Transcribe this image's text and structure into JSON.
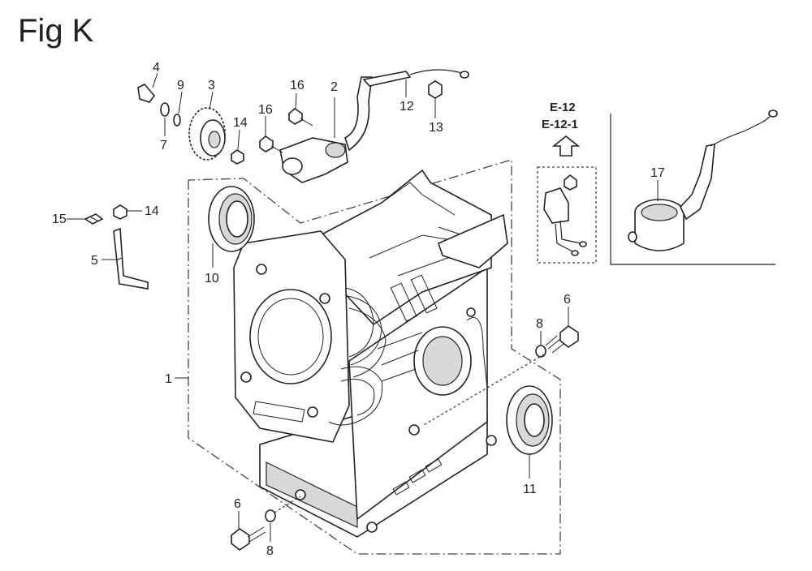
{
  "figure": {
    "title": "Fig K"
  },
  "callouts": [
    {
      "id": "c1",
      "text": "1"
    },
    {
      "id": "c2",
      "text": "2"
    },
    {
      "id": "c3",
      "text": "3"
    },
    {
      "id": "c4",
      "text": "4"
    },
    {
      "id": "c5",
      "text": "5"
    },
    {
      "id": "c6a",
      "text": "6"
    },
    {
      "id": "c6b",
      "text": "6"
    },
    {
      "id": "c7",
      "text": "7"
    },
    {
      "id": "c8a",
      "text": "8"
    },
    {
      "id": "c8b",
      "text": "8"
    },
    {
      "id": "c9",
      "text": "9"
    },
    {
      "id": "c10",
      "text": "10"
    },
    {
      "id": "c11",
      "text": "11"
    },
    {
      "id": "c12",
      "text": "12"
    },
    {
      "id": "c13",
      "text": "13"
    },
    {
      "id": "c14a",
      "text": "14"
    },
    {
      "id": "c14b",
      "text": "14"
    },
    {
      "id": "c15",
      "text": "15"
    },
    {
      "id": "c16a",
      "text": "16"
    },
    {
      "id": "c16b",
      "text": "16"
    },
    {
      "id": "c17",
      "text": "17"
    }
  ],
  "reference": {
    "line1": "E-12",
    "line2": "E-12-1"
  }
}
